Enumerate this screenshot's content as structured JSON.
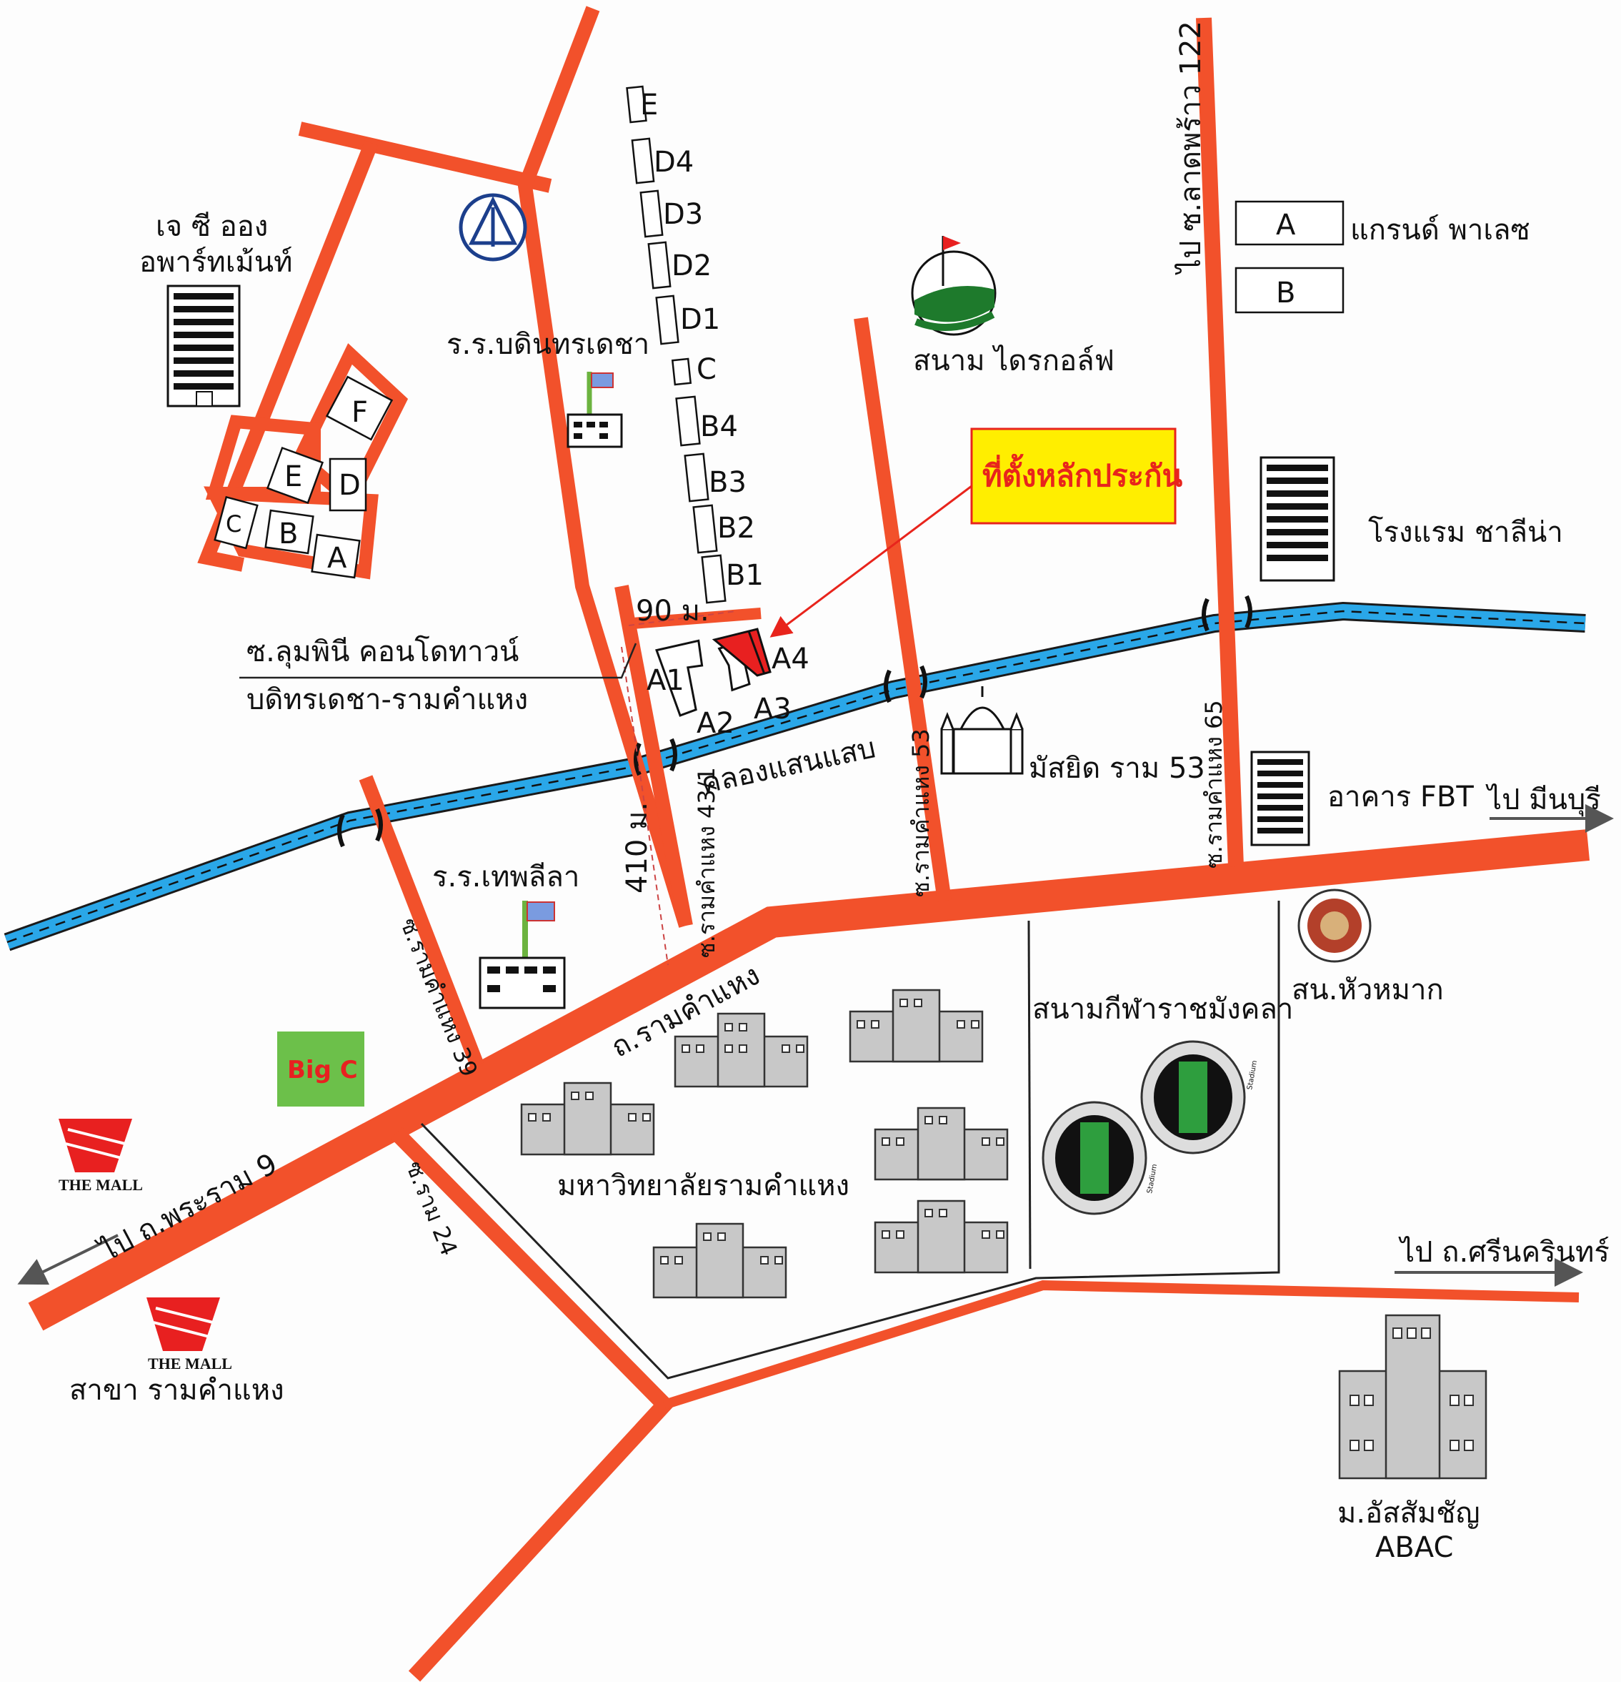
{
  "map": {
    "labels": {
      "jc_apartment_1": "เจ ซี ออง",
      "jc_apartment_2": "อพาร์ทเม้นท์",
      "school_bodin": "ร.ร.บดินทรเดชา",
      "golf": "สนาม ไดรกอล์ฟ",
      "grand_palace": "แกรนด์ พาเลซ",
      "collateral_location": "ที่ตั้งหลักประกัน",
      "hotel": "โรงแรม ชาลีน่า",
      "lumpini_1": "ซ.ลุมพินี คอนโดทาวน์",
      "lumpini_2": "บดิทรเดชา-รามคำแหง",
      "canal": "คลองแสนแสบ",
      "mosque": "มัสยิด ราม 53",
      "fbt": "อาคาร FBT",
      "to_minburi": "ไป มีนบุรี",
      "school_thepleela": "ร.ร.เทพลีลา",
      "soi_39": "ซ.รามคำแหง 39",
      "soi_43_1": "ซ.รามคำแหง 43/1",
      "soi_53": "ซ.รามคำแหง 53",
      "soi_65": "ซ.รามคำแหง 65",
      "to_ladprao": "ไป ซ.ลาดพร้าว 122",
      "dist_410": "410 ม.",
      "dist_90": "90 ม.",
      "ramkhamhaeng_rd": "ถ.รามคำแหง",
      "stadium": "สนามกีฬาราชมังคลา",
      "huamark": "สน.หัวหมาก",
      "ramkhamhaeng_univ": "มหาวิทยาลัยรามคำแหง",
      "to_rama9": "ไป ถ.พระราม 9",
      "soi_24": "ซ.ราม 24",
      "the_mall_1": "THE MALL",
      "the_mall_2": "THE MALL",
      "the_mall_branch": "สาขา รามคำแหง",
      "to_srinakarin": "ไป ถ.ศรีนครินทร์",
      "assumption": "ม.อัสสัมชัญ",
      "abac": "ABAC",
      "big_c": "Big C",
      "stadium_small_1": "Stadium",
      "stadium_small_2": "Stadium"
    },
    "blocks": {
      "left_cluster": [
        "F",
        "E",
        "D",
        "C",
        "B",
        "A"
      ],
      "column": [
        "E",
        "D4",
        "D3",
        "D2",
        "D1",
        "C",
        "B4",
        "B3",
        "B2",
        "B1"
      ],
      "site": [
        "A1",
        "A2",
        "A3",
        "A4"
      ],
      "right_boxes": [
        "A",
        "B"
      ]
    },
    "colors": {
      "road": "#f2512b",
      "canal": "#2aa7e8",
      "highlight_box": "#ffee00",
      "highlight_text": "#e8241c",
      "site_fill": "#e82020"
    }
  }
}
